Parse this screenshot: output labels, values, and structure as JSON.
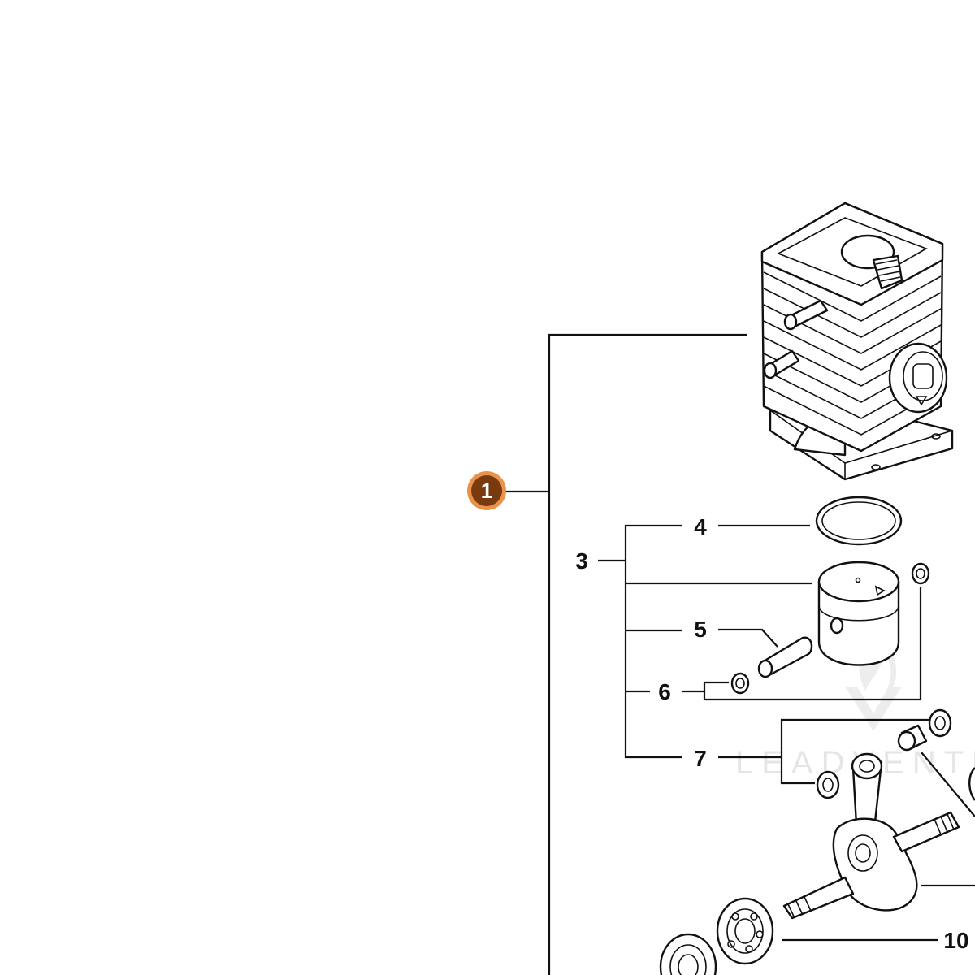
{
  "callouts": {
    "c1": "1",
    "c3": "3",
    "c4": "4",
    "c5": "5",
    "c6": "6",
    "c7": "7",
    "c10": "10"
  },
  "watermark": "LEADVENTUI",
  "colors": {
    "callout_fill": "#7a3a10",
    "callout_ring": "#e8924a",
    "ink": "#111111",
    "watermark": "#e3e3e3"
  }
}
